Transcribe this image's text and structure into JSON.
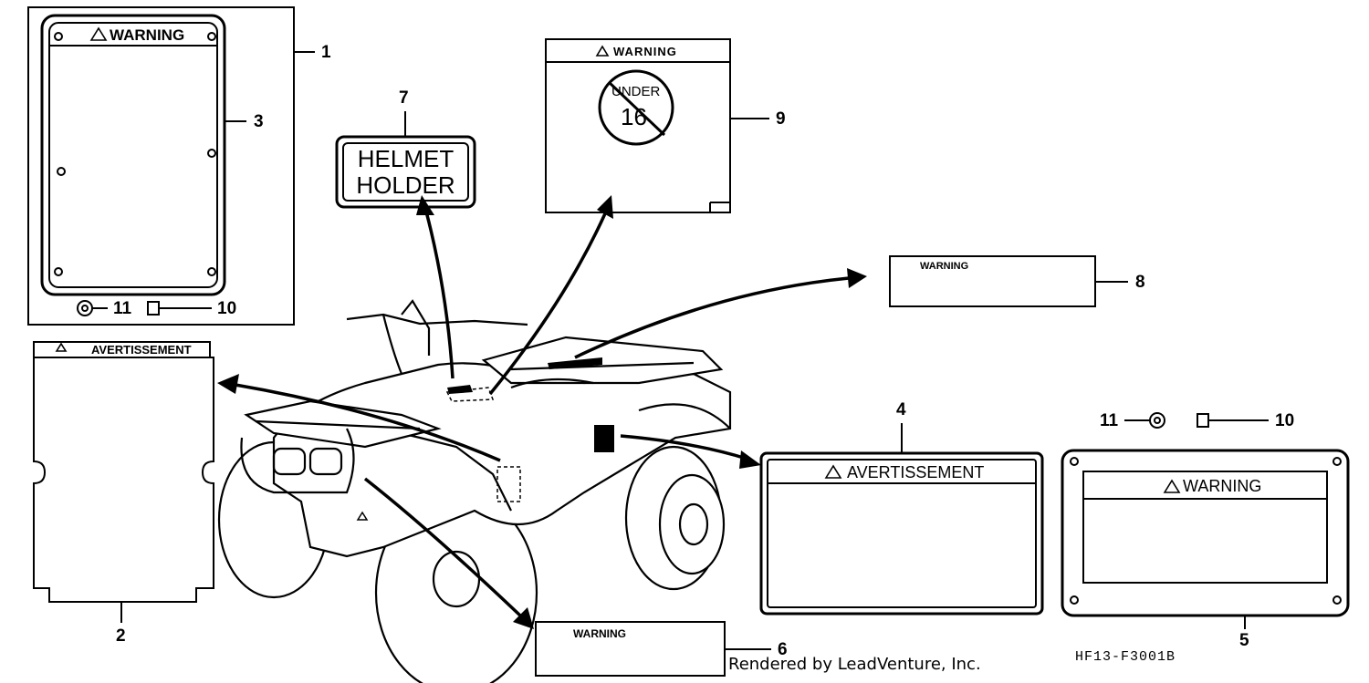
{
  "callouts": {
    "n1": "1",
    "n2": "2",
    "n3": "3",
    "n4": "4",
    "n5": "5",
    "n6": "6",
    "n7": "7",
    "n8": "8",
    "n9": "9",
    "n10a": "10",
    "n10b": "10",
    "n11a": "11",
    "n11b": "11"
  },
  "labels": {
    "warning_3": "WARNING",
    "avert_2": "AVERTISSEMENT",
    "helmet_line1": "HELMET",
    "helmet_line2": "HOLDER",
    "warning_9": "WARNING",
    "under_text": "UNDER",
    "age_text": "16",
    "warning_8": "WARNING",
    "avert_4": "AVERTISSEMENT",
    "warning_5": "WARNING",
    "warning_6": "WARNING"
  },
  "footer": {
    "credit": "Rendered by LeadVenture, Inc.",
    "code": "HF13-F3001B"
  }
}
